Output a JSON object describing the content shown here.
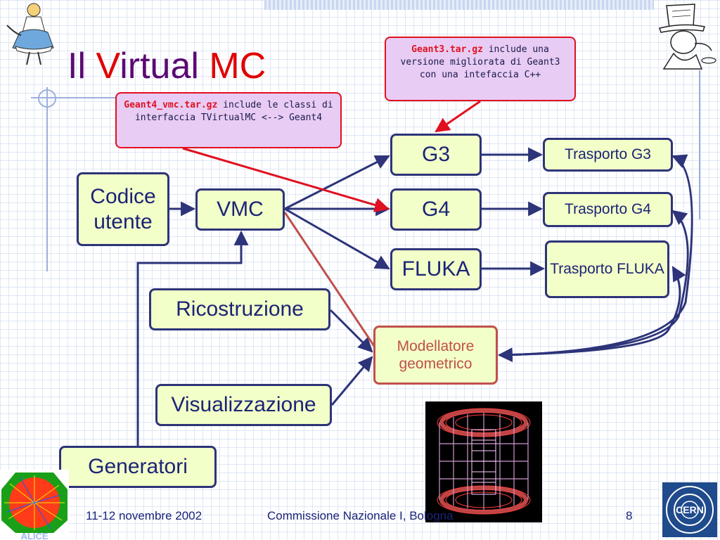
{
  "slide": {
    "title_prefix": "Il ",
    "title_v": "V",
    "title_mid": "irtual ",
    "title_mc": "MC",
    "page_number": "8"
  },
  "notes": {
    "geant3": {
      "file": "Geant3.tar.gz",
      "text": " include una versione migliorata di Geant3 con una intefaccia C++"
    },
    "geant4": {
      "file": "Geant4_vmc.tar.gz",
      "text": " include le classi di interfaccia TVirtualMC <--> Geant4"
    }
  },
  "boxes": {
    "codice": "Codice utente",
    "vmc": "VMC",
    "g3": "G3",
    "g4": "G4",
    "fluka": "FLUKA",
    "trasporto_g3": "Trasporto G3",
    "trasporto_g4": "Trasporto G4",
    "trasporto_fluka": "Trasporto FLUKA",
    "ricostruzione": "Ricostruzione",
    "modellatore": "Modellatore geometrico",
    "visualizzazione": "Visualizzazione",
    "generatori": "Generatori"
  },
  "footer": {
    "date": "11-12 novembre 2002",
    "event": "Commissione Nazionale I, Bologna"
  },
  "logos": {
    "alice": "ALICE",
    "cern": "CERN"
  },
  "colors": {
    "title": "#5b0a73",
    "accent_red": "#e00000",
    "box_fill": "#f3ffc8",
    "box_border": "#2d3479",
    "note_fill": "#e8ccf4",
    "model_border": "#c0504d"
  },
  "icons": [
    "alice-figure-icon",
    "mad-hatter-icon",
    "alice-experiment-logo",
    "cern-logo",
    "detector-image"
  ]
}
